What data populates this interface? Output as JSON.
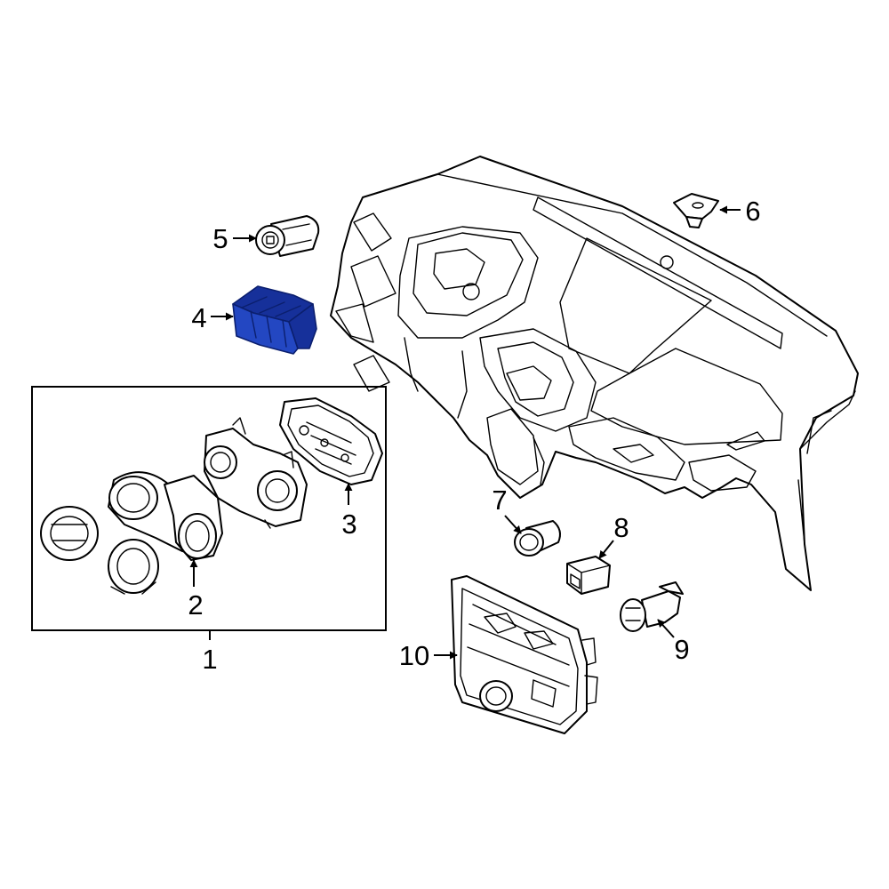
{
  "highlight_color": "#2347c2",
  "highlight_dark": "#16309a",
  "line_color": "#000000",
  "callouts": {
    "c1": "1",
    "c2": "2",
    "c3": "3",
    "c4": "4",
    "c5": "5",
    "c6": "6",
    "c7": "7",
    "c8": "8",
    "c9": "9",
    "c10": "10"
  }
}
